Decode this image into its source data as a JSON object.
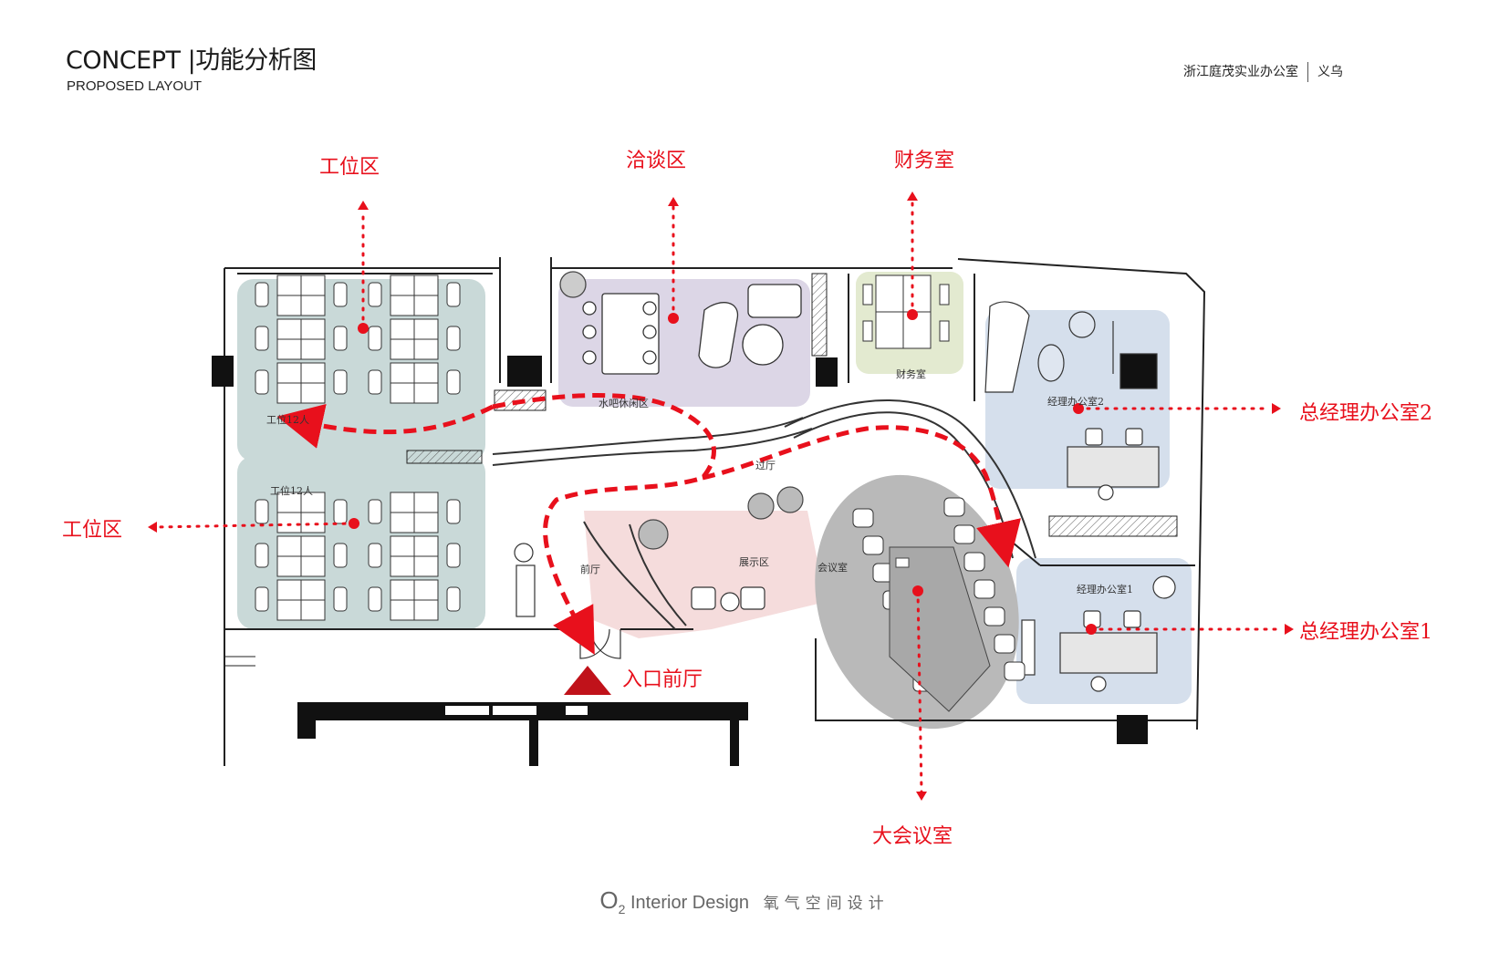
{
  "header": {
    "title_en": "CONCEPT",
    "title_sep": "|",
    "title_cn": "功能分析图",
    "subtitle": "PROPOSED LAYOUT"
  },
  "project": {
    "name": "浙江庭茂实业办公室",
    "city": "义乌"
  },
  "labels": {
    "work_top": "工位区",
    "work_left": "工位区",
    "negotiation": "洽谈区",
    "finance": "财务室",
    "gm_office_2": "总经理办公室2",
    "gm_office_1": "总经理办公室1",
    "entrance": "入口前厅",
    "big_meeting": "大会议室"
  },
  "plan_text": {
    "workstations_top": "工位12人",
    "workstations_bottom": "工位12人",
    "water_bar": "水吧休闲区",
    "finance_room": "财务室",
    "corridor": "过厅",
    "reception": "前厅",
    "exhibition": "展示区",
    "meeting_room": "会议室",
    "manager_office_2": "经理办公室2",
    "manager_office_1": "经理办公室1"
  },
  "footer": {
    "brand_o": "O",
    "brand_sub": "2",
    "brand_en": "Interior Design",
    "brand_cn": "氧气空间设计"
  },
  "colors": {
    "accent_red": "#e8101c",
    "zone_workstation": "#c9d9d8",
    "zone_lounge": "#dcd6e6",
    "zone_finance": "#e3ead0",
    "zone_office": "#d5dfec",
    "zone_reception": "#f5dcdc",
    "zone_meeting": "#b9b9b9"
  }
}
